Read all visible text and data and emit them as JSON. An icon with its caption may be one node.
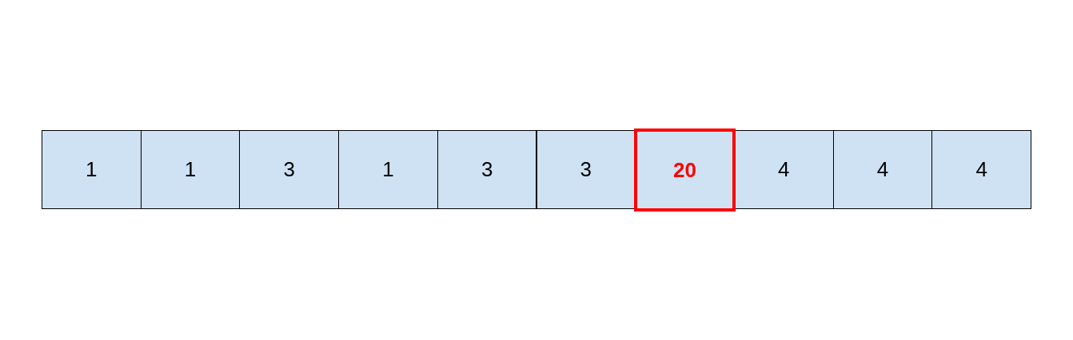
{
  "diagram": {
    "nodes": [
      {
        "text": [
          "1"
        ]
      },
      {
        "text": [
          "1"
        ]
      },
      {
        "text": [
          "3"
        ]
      },
      {
        "text": [
          "1"
        ]
      },
      {
        "text": [
          "3"
        ]
      },
      {
        "text": [
          "3"
        ]
      },
      {
        "text": [
          "20"
        ]
      },
      {
        "text": [
          "4"
        ]
      },
      {
        "text": [
          "4"
        ]
      },
      {
        "text": [
          "4"
        ]
      }
    ]
  }
}
